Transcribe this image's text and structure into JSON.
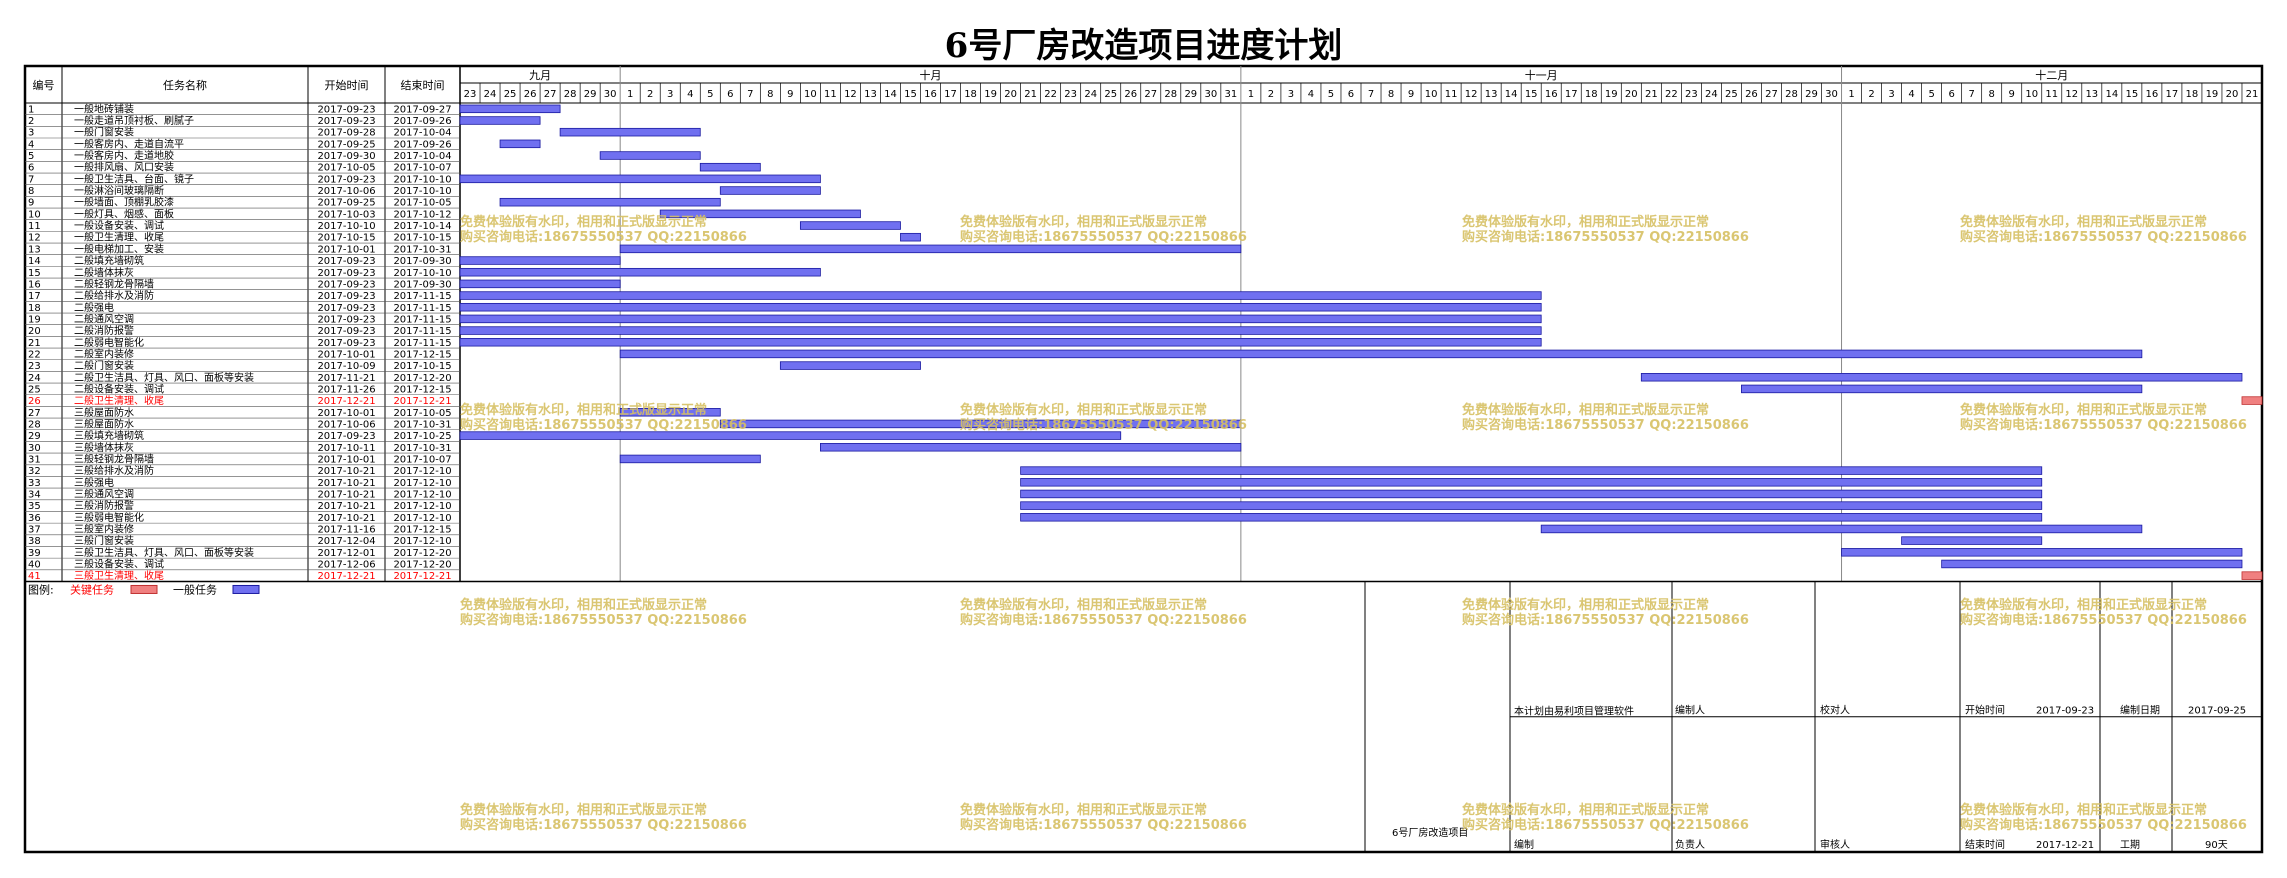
{
  "title": "6号厂房改造项目进度计划",
  "headers": {
    "id": "编号",
    "name": "任务名称",
    "start": "开始时间",
    "end": "结束时间"
  },
  "watermark": {
    "line1": "免费体验版有水印，相用和正式版显示正常",
    "line2": "购买咨询电话:18675550537 QQ:22150866"
  },
  "colors": {
    "normal": "#7070f0",
    "critical": "#f08080",
    "critical_text": "#ff0000",
    "watermark": "#d7c063"
  },
  "legend": {
    "label": "图例:",
    "critical": "关键任务",
    "normal": "一般任务"
  },
  "footer": {
    "project": "6号厂房改造项目",
    "software": "本计划由易利项目管理软件",
    "compiled": "编制",
    "compiler": "编制人",
    "owner": "负责人",
    "checker": "校对人",
    "reviewer": "审核人",
    "start_label": "开始时间",
    "start": "2017-09-23",
    "date_label": "编制日期",
    "date": "2017-09-25",
    "end_label": "结束时间",
    "end": "2017-12-21",
    "dur_label": "工期",
    "dur": "90天"
  },
  "chart_data": {
    "type": "gantt",
    "title": "6号厂房改造项目进度计划",
    "timeline": {
      "start": "2017-09-23",
      "end": "2017-12-21",
      "months": [
        {
          "label": "九月",
          "start": "2017-09-23",
          "days": 8
        },
        {
          "label": "十月",
          "start": "2017-10-01",
          "days": 31
        },
        {
          "label": "十一月",
          "start": "2017-11-01",
          "days": 30
        },
        {
          "label": "十二月",
          "start": "2017-12-01",
          "days": 21
        }
      ]
    },
    "tasks": [
      {
        "id": "1",
        "name": "一般地砖铺装",
        "start": "2017-09-23",
        "end": "2017-09-27",
        "critical": false
      },
      {
        "id": "2",
        "name": "一般走道吊顶衬板、刷腻子",
        "start": "2017-09-23",
        "end": "2017-09-26",
        "critical": false
      },
      {
        "id": "3",
        "name": "一般门窗安装",
        "start": "2017-09-28",
        "end": "2017-10-04",
        "critical": false
      },
      {
        "id": "4",
        "name": "一般客房内、走道自流平",
        "start": "2017-09-25",
        "end": "2017-09-26",
        "critical": false
      },
      {
        "id": "5",
        "name": "一般客房内、走道地胶",
        "start": "2017-09-30",
        "end": "2017-10-04",
        "critical": false
      },
      {
        "id": "6",
        "name": "一般排风扇、风口安装",
        "start": "2017-10-05",
        "end": "2017-10-07",
        "critical": false
      },
      {
        "id": "7",
        "name": "一般卫生洁具、台面、镜子",
        "start": "2017-09-23",
        "end": "2017-10-10",
        "critical": false
      },
      {
        "id": "8",
        "name": "一般淋浴间玻璃隔断",
        "start": "2017-10-06",
        "end": "2017-10-10",
        "critical": false
      },
      {
        "id": "9",
        "name": "一般墙面、顶棚乳胶漆",
        "start": "2017-09-25",
        "end": "2017-10-05",
        "critical": false
      },
      {
        "id": "10",
        "name": "一般灯具、烟感、面板",
        "start": "2017-10-03",
        "end": "2017-10-12",
        "critical": false
      },
      {
        "id": "11",
        "name": "一般设备安装、调试",
        "start": "2017-10-10",
        "end": "2017-10-14",
        "critical": false
      },
      {
        "id": "12",
        "name": "一般卫生清理、收尾",
        "start": "2017-10-15",
        "end": "2017-10-15",
        "critical": false
      },
      {
        "id": "13",
        "name": "一般电梯加工、安装",
        "start": "2017-10-01",
        "end": "2017-10-31",
        "critical": false
      },
      {
        "id": "14",
        "name": "二般填充墙砌筑",
        "start": "2017-09-23",
        "end": "2017-09-30",
        "critical": false
      },
      {
        "id": "15",
        "name": "二般墙体抹灰",
        "start": "2017-09-23",
        "end": "2017-10-10",
        "critical": false
      },
      {
        "id": "16",
        "name": "二般轻钢龙骨隔墙",
        "start": "2017-09-23",
        "end": "2017-09-30",
        "critical": false
      },
      {
        "id": "17",
        "name": "二般给排水及消防",
        "start": "2017-09-23",
        "end": "2017-11-15",
        "critical": false
      },
      {
        "id": "18",
        "name": "二般强电",
        "start": "2017-09-23",
        "end": "2017-11-15",
        "critical": false
      },
      {
        "id": "19",
        "name": "二般通风空调",
        "start": "2017-09-23",
        "end": "2017-11-15",
        "critical": false
      },
      {
        "id": "20",
        "name": "二般消防报警",
        "start": "2017-09-23",
        "end": "2017-11-15",
        "critical": false
      },
      {
        "id": "21",
        "name": "二般弱电智能化",
        "start": "2017-09-23",
        "end": "2017-11-15",
        "critical": false
      },
      {
        "id": "22",
        "name": "二般室内装修",
        "start": "2017-10-01",
        "end": "2017-12-15",
        "critical": false
      },
      {
        "id": "23",
        "name": "二般门窗安装",
        "start": "2017-10-09",
        "end": "2017-10-15",
        "critical": false
      },
      {
        "id": "24",
        "name": "二般卫生洁具、灯具、风口、面板等安装",
        "start": "2017-11-21",
        "end": "2017-12-20",
        "critical": false
      },
      {
        "id": "25",
        "name": "二般设备安装、调试",
        "start": "2017-11-26",
        "end": "2017-12-15",
        "critical": false
      },
      {
        "id": "26",
        "name": "二般卫生清理、收尾",
        "start": "2017-12-21",
        "end": "2017-12-21",
        "critical": true
      },
      {
        "id": "27",
        "name": "三般屋面防水",
        "start": "2017-10-01",
        "end": "2017-10-05",
        "critical": false
      },
      {
        "id": "28",
        "name": "三般屋面防水",
        "start": "2017-10-06",
        "end": "2017-10-31",
        "critical": false
      },
      {
        "id": "29",
        "name": "三般填充墙砌筑",
        "start": "2017-09-23",
        "end": "2017-10-25",
        "critical": false
      },
      {
        "id": "30",
        "name": "三般墙体抹灰",
        "start": "2017-10-11",
        "end": "2017-10-31",
        "critical": false
      },
      {
        "id": "31",
        "name": "三般轻钢龙骨隔墙",
        "start": "2017-10-01",
        "end": "2017-10-07",
        "critical": false
      },
      {
        "id": "32",
        "name": "三般给排水及消防",
        "start": "2017-10-21",
        "end": "2017-12-10",
        "critical": false
      },
      {
        "id": "33",
        "name": "三般强电",
        "start": "2017-10-21",
        "end": "2017-12-10",
        "critical": false
      },
      {
        "id": "34",
        "name": "三般通风空调",
        "start": "2017-10-21",
        "end": "2017-12-10",
        "critical": false
      },
      {
        "id": "35",
        "name": "三般消防报警",
        "start": "2017-10-21",
        "end": "2017-12-10",
        "critical": false
      },
      {
        "id": "36",
        "name": "三般弱电智能化",
        "start": "2017-10-21",
        "end": "2017-12-10",
        "critical": false
      },
      {
        "id": "37",
        "name": "三般室内装修",
        "start": "2017-11-16",
        "end": "2017-12-15",
        "critical": false
      },
      {
        "id": "38",
        "name": "三般门窗安装",
        "start": "2017-12-04",
        "end": "2017-12-10",
        "critical": false
      },
      {
        "id": "39",
        "name": "三般卫生洁具、灯具、风口、面板等安装",
        "start": "2017-12-01",
        "end": "2017-12-20",
        "critical": false
      },
      {
        "id": "40",
        "name": "三般设备安装、调试",
        "start": "2017-12-06",
        "end": "2017-12-20",
        "critical": false
      },
      {
        "id": "41",
        "name": "三般卫生清理、收尾",
        "start": "2017-12-21",
        "end": "2017-12-21",
        "critical": true
      }
    ]
  }
}
